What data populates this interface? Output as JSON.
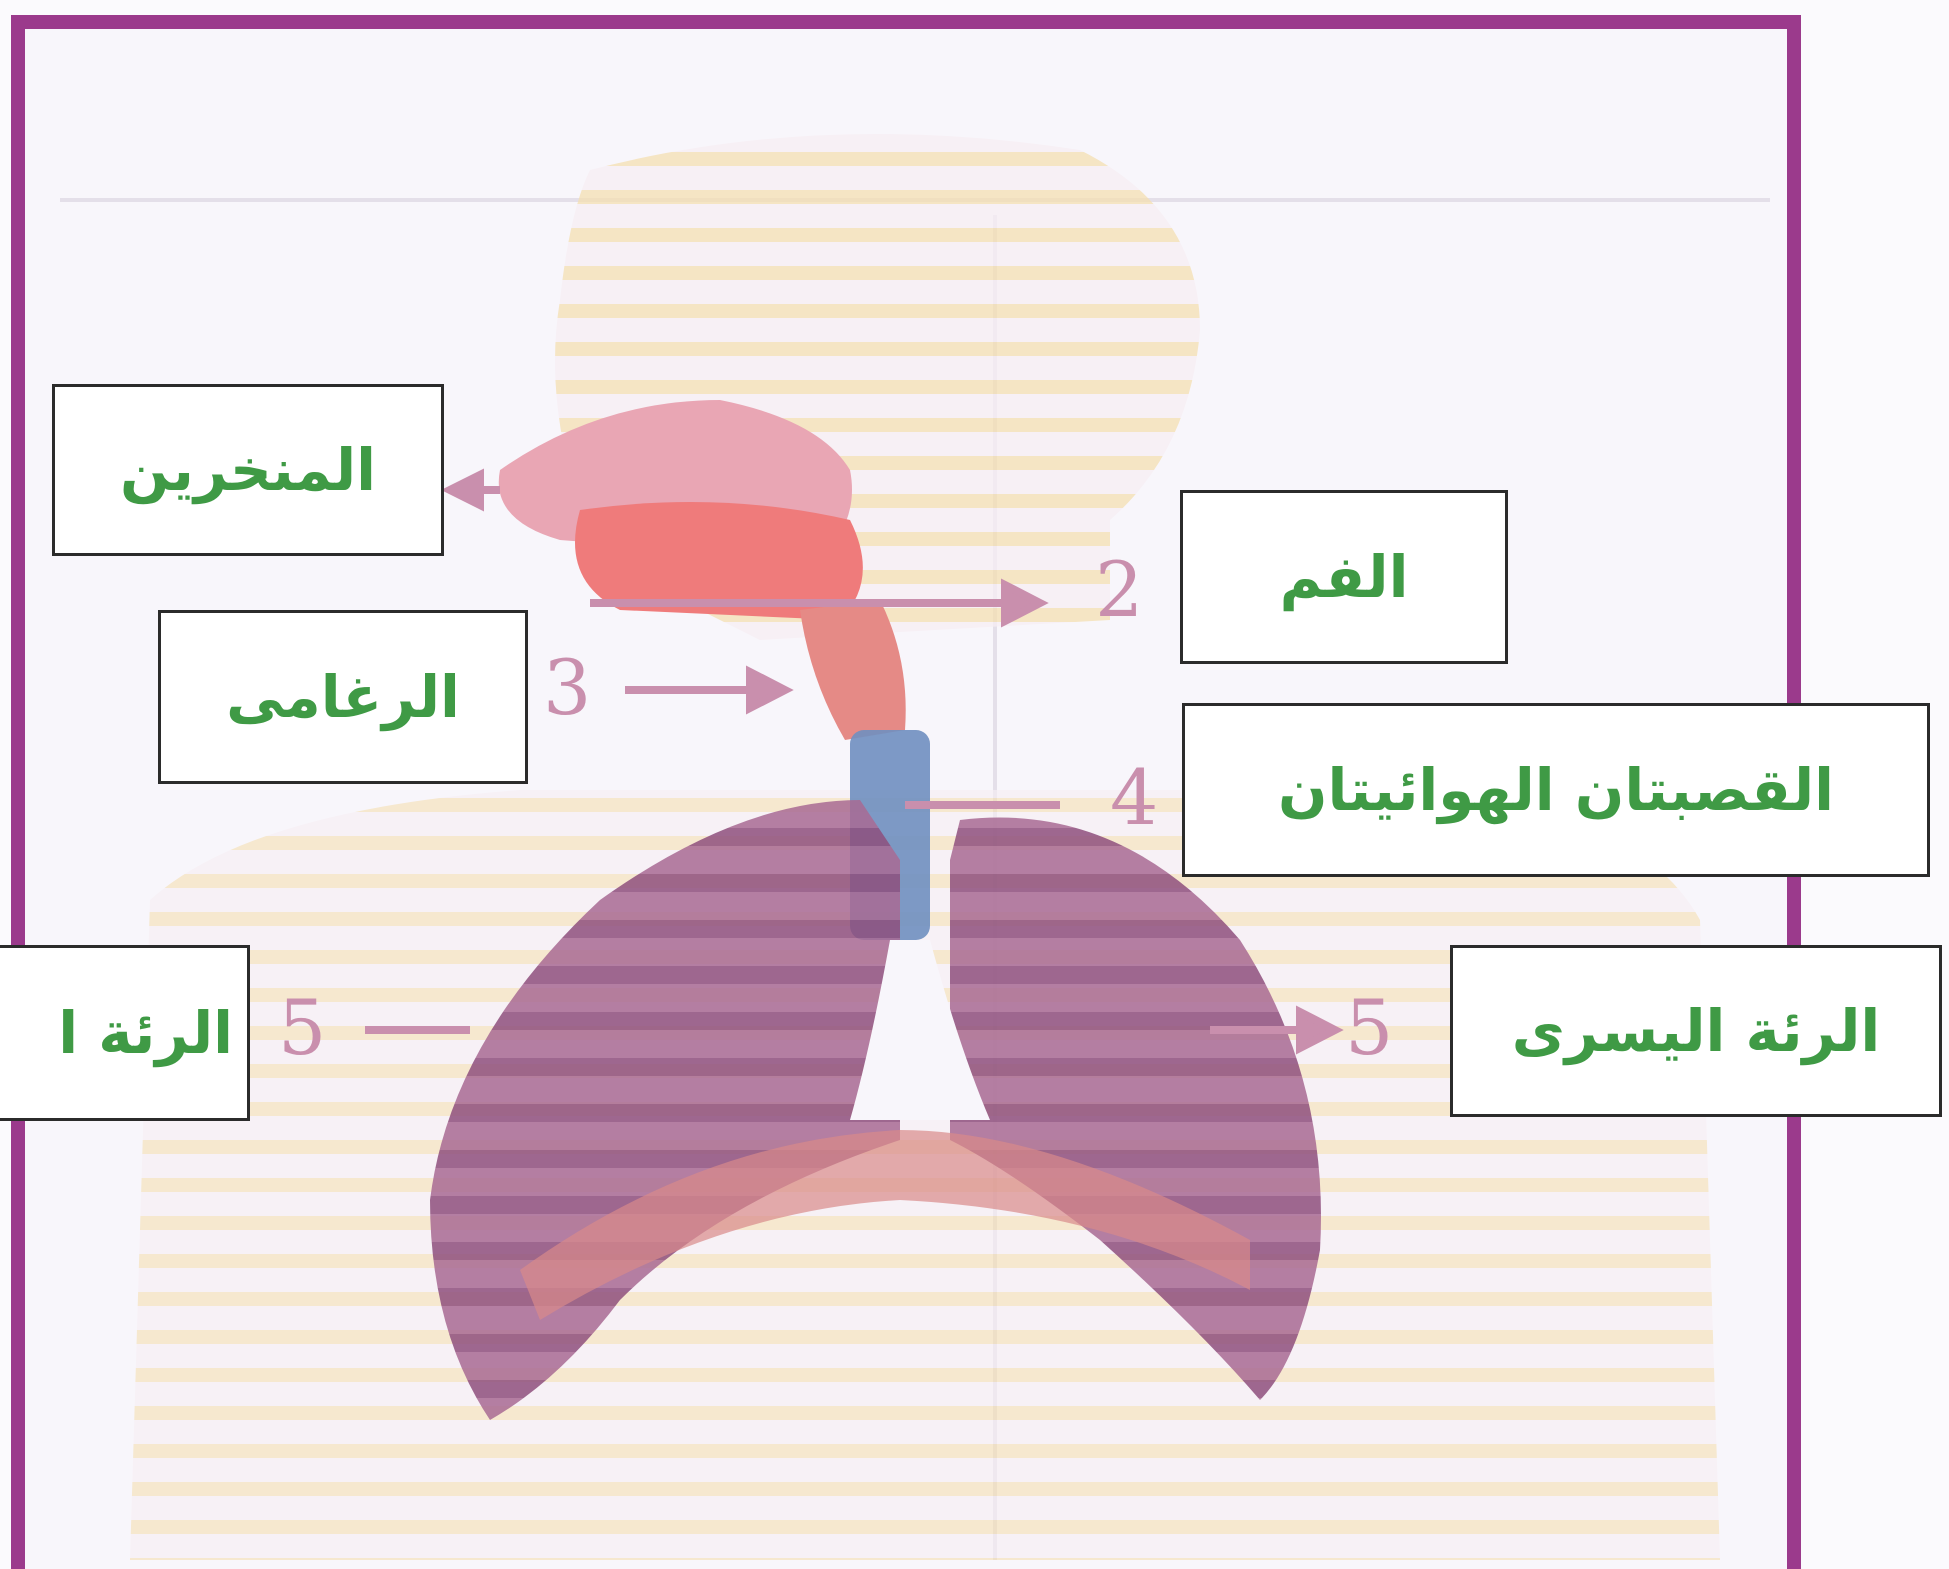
{
  "labels": {
    "nostrils": "المنخرين",
    "mouth": "الفم",
    "trachea": "الرغامى",
    "bronchi": "القصبتان الهوائيتان",
    "right_lung": "الرئة ا",
    "left_lung": "الرئة اليسرى"
  },
  "numbers": {
    "mouth": "2",
    "trachea": "3",
    "bronchi": "4",
    "right_lung": "5",
    "left_lung": "5"
  },
  "colors": {
    "frame": "#9b3a8c",
    "label_text": "#3f9a45",
    "label_border": "#2b2b2b",
    "arrow": "#c98fad",
    "lung": "#9a5a8a",
    "trachea": "#6f8fc0",
    "nasal_cavity": "#f07a7a",
    "ribs": "#f2d27a"
  }
}
